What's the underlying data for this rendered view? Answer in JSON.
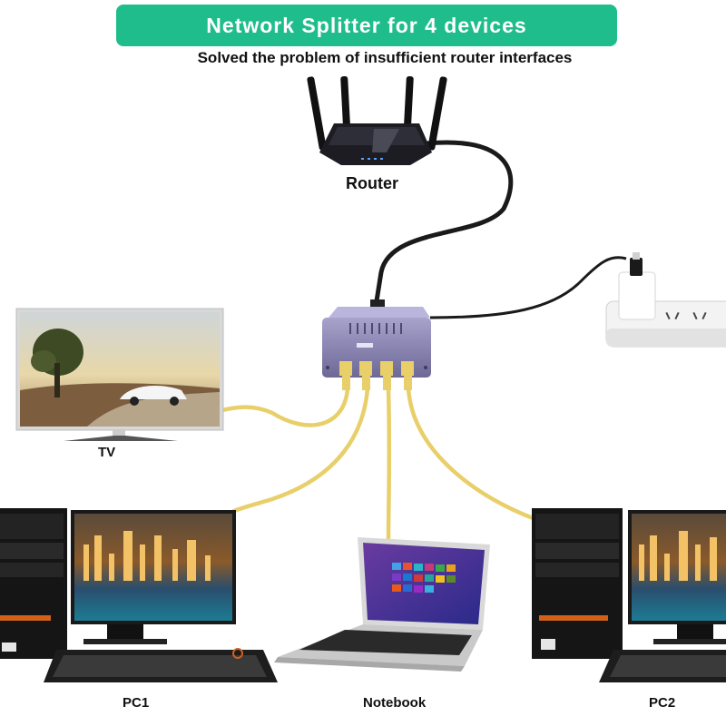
{
  "header": {
    "title": "Network Splitter for 4 devices",
    "subtitle": "Solved the problem of insufficient router interfaces"
  },
  "labels": {
    "router": "Router",
    "tv": "TV",
    "pc1": "PC1",
    "notebook": "Notebook",
    "pc2": "PC2"
  },
  "colors": {
    "banner": "#1fbd8c",
    "ethernet_cable": "#e8cf6a",
    "splitter_body": "#8c87b2",
    "router_body": "#1c1c22"
  }
}
